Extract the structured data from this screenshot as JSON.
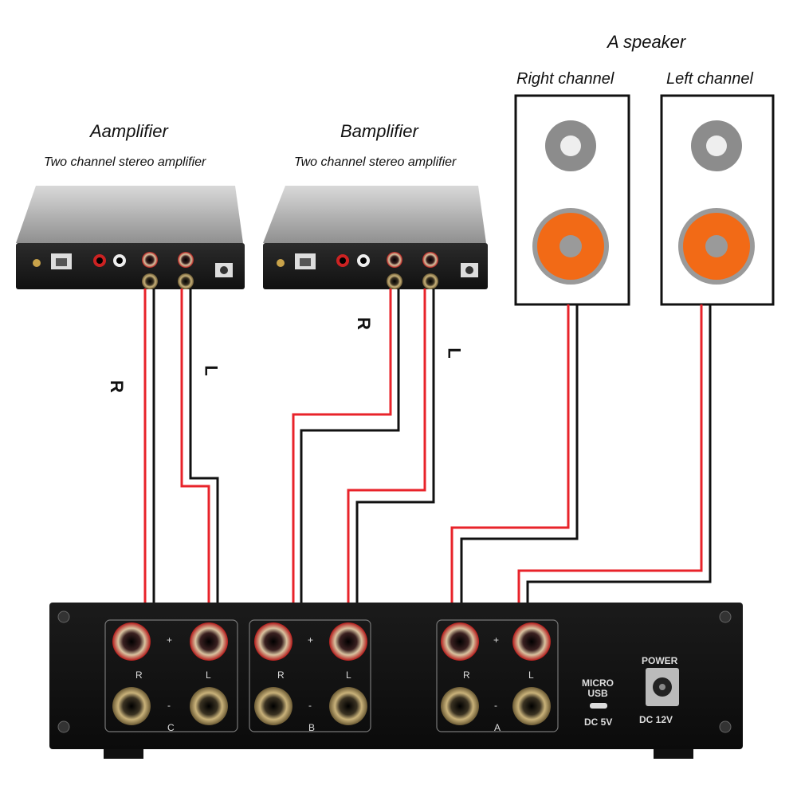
{
  "amp_a": {
    "title": "Aamplifier",
    "subtitle": "Two channel stereo amplifier",
    "label_r": "R",
    "label_l": "L"
  },
  "amp_b": {
    "title": "Bamplifier",
    "subtitle": "Two channel stereo amplifier",
    "label_r": "R",
    "label_l": "L"
  },
  "speaker": {
    "title": "A speaker",
    "right_label": "Right channel",
    "left_label": "Left channel"
  },
  "switcher": {
    "groups": [
      {
        "letter": "C",
        "r": "R",
        "l": "L",
        "plus": "+",
        "minus": "-"
      },
      {
        "letter": "B",
        "r": "R",
        "l": "L",
        "plus": "+",
        "minus": "-"
      },
      {
        "letter": "A",
        "r": "R",
        "l": "L",
        "plus": "+",
        "minus": "-"
      }
    ],
    "micro_usb": "MICRO\nUSB",
    "dc5v": "DC 5V",
    "power": "POWER",
    "dc12v": "DC 12V"
  },
  "colors": {
    "wire_red": "#e8232a",
    "wire_black": "#111111",
    "tweeter": "#8c8c8c",
    "woofer": "#f26a16"
  }
}
